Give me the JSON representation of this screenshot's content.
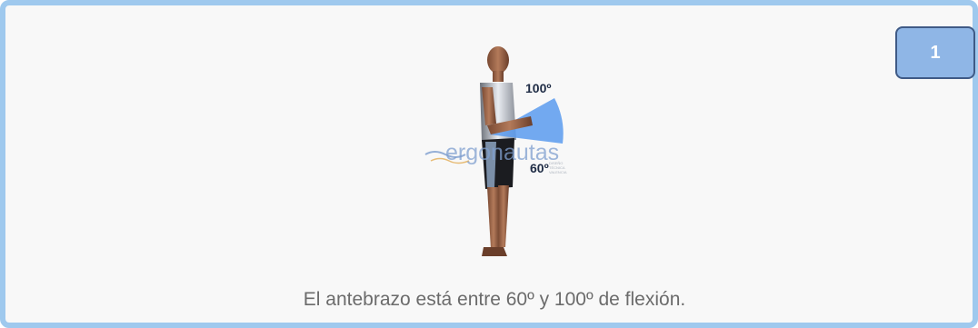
{
  "card": {
    "badge_number": "1",
    "caption": "El antebrazo está entre 60º y 100º de flexión."
  },
  "illustration": {
    "angle_max_label": "100º",
    "angle_min_label": "60º",
    "watermark_text": "ergonautas",
    "watermark_subtext": [
      "DISEÑO",
      "TÉCNICA",
      "VALENCIA"
    ]
  },
  "colors": {
    "card_border": "#9fc9ee",
    "badge_fill": "#8fb6e6",
    "badge_border": "#3f5a86",
    "angle_sector": "#5b9bef",
    "label_dark": "#1f2c45"
  }
}
